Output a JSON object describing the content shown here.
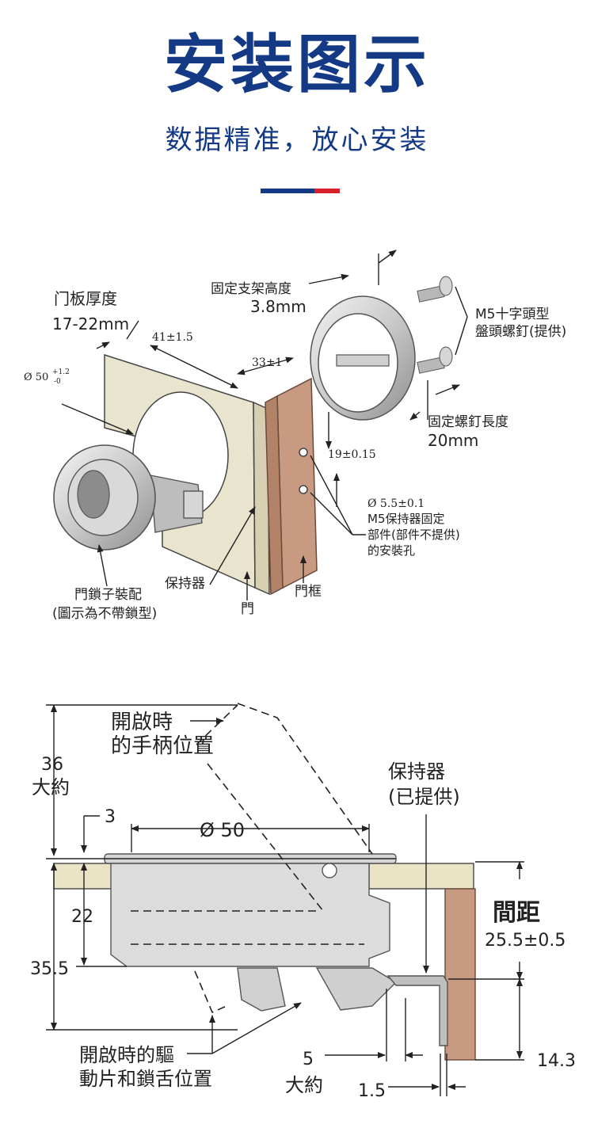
{
  "header": {
    "title": "安装图示",
    "subtitle": "数据精准，放心安装",
    "accent_colors": {
      "blue": "#143a86",
      "red": "#d9212b"
    }
  },
  "exploded_view": {
    "door_thickness_label": "门板厚度",
    "door_thickness_value": "17-22mm",
    "bracket_height_label": "固定支架高度",
    "bracket_height_value": "3.8mm",
    "screw_label_line1": "M5十字頭型",
    "screw_label_line2": "盤頭螺釘(提供)",
    "screw_length_label": "固定螺釘長度",
    "screw_length_value": "20mm",
    "dim_hole_diameter": "Ø 50",
    "dim_hole_tolerance_upper": "+1.2",
    "dim_hole_tolerance_lower": "-0",
    "dim_41": "41±1.5",
    "dim_33": "33±1",
    "dim_19": "19±0.15",
    "mount_hole_line1": "Ø 5.5±0.1",
    "mount_hole_line2": "M5保持器固定",
    "mount_hole_line3": "部件(部件不提供)",
    "mount_hole_line4": "的安裝孔",
    "retainer_label": "保持器",
    "latch_label_line1": "門鎖子裝配",
    "latch_label_line2": "(圖示為不帶鎖型)",
    "door_label": "門",
    "frame_label": "門框"
  },
  "section_view": {
    "handle_open_line1": "開啟時",
    "handle_open_line2": "的手柄位置",
    "dim_36": "36",
    "approx_label": "大約",
    "retainer_line1": "保持器",
    "retainer_line2": "(已提供)",
    "dim_3": "3",
    "dim_50": "Ø 50",
    "dim_22": "22",
    "dim_35_5": "35.5",
    "gap_label": "間距",
    "gap_value": "25.5±0.5",
    "cam_line1": "開啟時的驅",
    "cam_line2": "動片和鎖舌位置",
    "dim_5": "5",
    "approx_label_2": "大約",
    "dim_1_5": "1.5",
    "dim_14_3": "14.3"
  }
}
